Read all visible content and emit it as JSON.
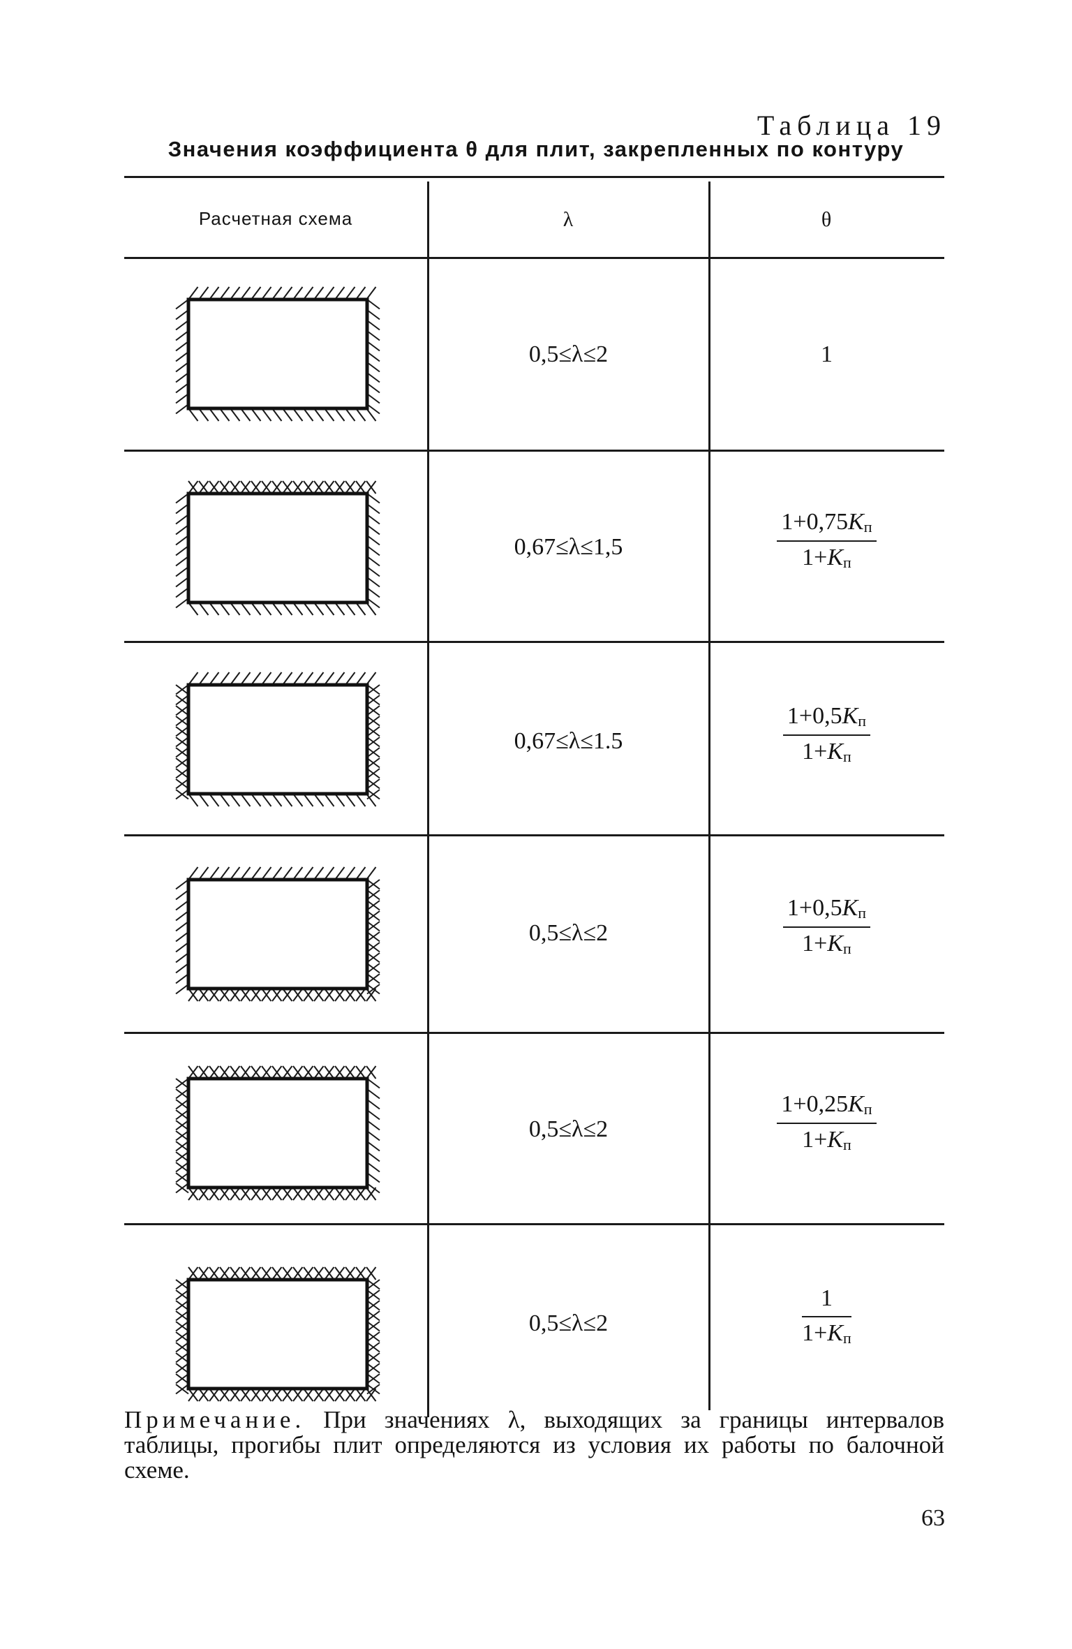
{
  "caption": {
    "label": "Таблица 19",
    "title": "Значения коэффициента θ для плит, закрепленных по контуру"
  },
  "table": {
    "headers": [
      "Расчетная схема",
      "λ",
      "θ"
    ],
    "rows": [
      {
        "lambda": "0,5≤λ≤2",
        "theta_num": "1",
        "theta_den": "",
        "scheme": {
          "top": "hinged",
          "right": "hinged",
          "bottom": "hinged",
          "left": "hinged"
        }
      },
      {
        "lambda": "0,67≤λ≤1,5",
        "theta_num": "1+0,75",
        "theta_den": "1+",
        "scheme": {
          "top": "fixed",
          "right": "hinged",
          "bottom": "hinged",
          "left": "hinged"
        }
      },
      {
        "lambda": "0,67≤λ≤1.5",
        "theta_num": "1+0,5",
        "theta_den": "1+",
        "scheme": {
          "top": "hinged",
          "right": "fixed",
          "bottom": "hinged",
          "left": "fixed"
        }
      },
      {
        "lambda": "0,5≤λ≤2",
        "theta_num": "1+0,5",
        "theta_den": "1+",
        "scheme": {
          "top": "hinged",
          "right": "fixed",
          "bottom": "fixed",
          "left": "hinged"
        }
      },
      {
        "lambda": "0,5≤λ≤2",
        "theta_num": "1+0,25",
        "theta_den": "1+",
        "scheme": {
          "top": "fixed",
          "right": "hinged",
          "bottom": "fixed",
          "left": "fixed"
        }
      },
      {
        "lambda": "0,5≤λ≤2",
        "theta_num": "1",
        "theta_den": "1+",
        "scheme": {
          "top": "fixed",
          "right": "fixed",
          "bottom": "fixed",
          "left": "fixed"
        }
      }
    ],
    "k_symbol": "K",
    "k_subscript": "п"
  },
  "note": {
    "label": "Примечание.",
    "text": "При значениях λ, выходящих за границы интервалов таблицы, прогибы плит определяются из условия их работы по балочной схеме."
  },
  "page_number": "63"
}
